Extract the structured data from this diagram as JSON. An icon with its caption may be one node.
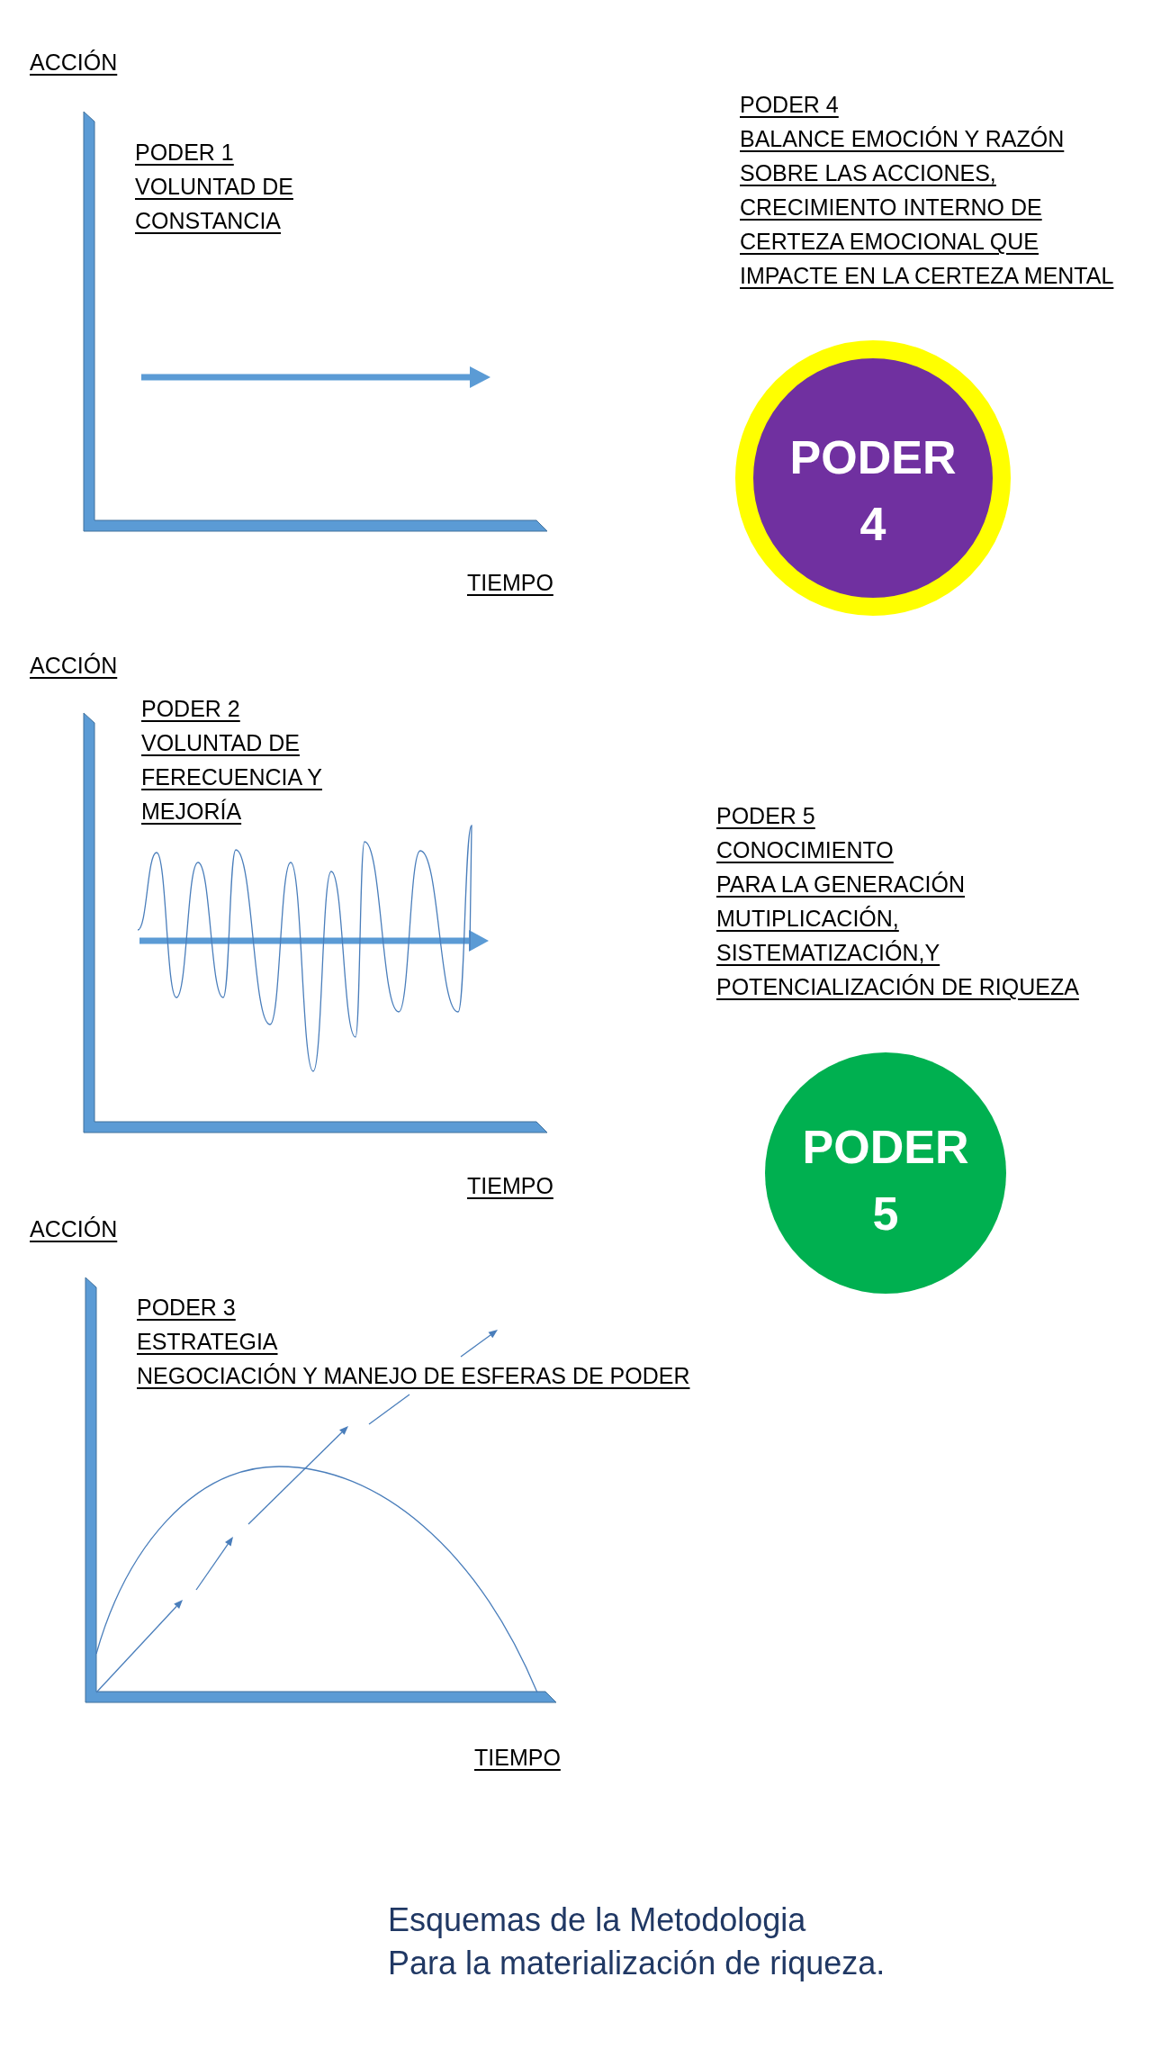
{
  "diagram": {
    "nodes": [
      {
        "text": [
          "PODER 4"
        ]
      },
      {
        "text": [
          "PODER 5"
        ]
      }
    ],
    "labels": [
      "ACCIÓN",
      "PODER 1",
      "VOLUNTAD DE CONSTANCIA",
      "TIEMPO",
      "PODER 4",
      "BALANCE EMOCIÓN Y RAZÓN SOBRE LAS ACCIONES, CRECIMIENTO INTERNO DE CERTEZA EMOCIONAL QUE IMPACTE EN LA CERTEZA MENTAL",
      "ACCIÓN",
      "PODER 2",
      "VOLUNTAD DE FERECUENCIA Y MEJORÍA",
      "PODER 5",
      "CONOCIMIENTO",
      "PARA LA GENERACIÓN MUTIPLICACIÓN, SISTEMATIZACIÓN,Y POTENCIALIZACIÓN DE RIQUEZA",
      "TIEMPO",
      "ACCIÓN",
      "PODER 3",
      "ESTRATEGIA",
      "NEGOCIACIÓN Y MANEJO DE ESFERAS DE PODER",
      "TIEMPO",
      "Esquemas de la Metodologia",
      "Para la materialización de riqueza."
    ]
  }
}
